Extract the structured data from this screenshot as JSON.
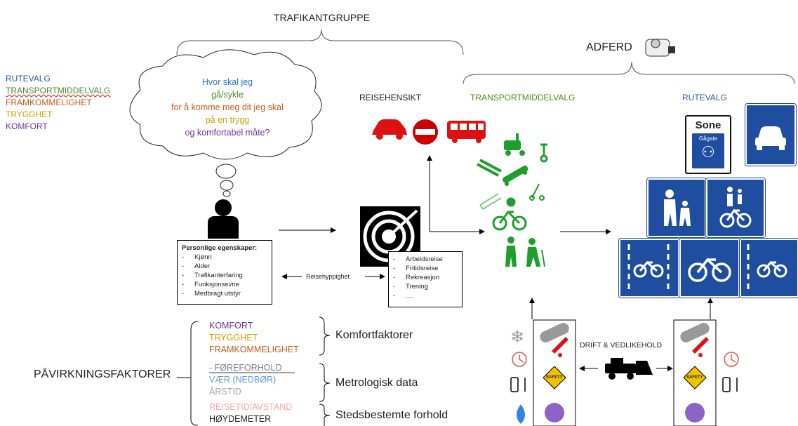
{
  "title_top": "TRAFIKANTGRUPPE",
  "adferd_label": "ADFERD",
  "left_list": [
    {
      "label": "RUTEVALG",
      "color": "#2f5b9e"
    },
    {
      "label": "TRANSPORTMIDDELVALG",
      "color": "#4c8a28"
    },
    {
      "label": "FRAMKOMMELIGHET",
      "color": "#c55a11"
    },
    {
      "label": "TRYGGHET",
      "color": "#c9a100"
    },
    {
      "label": "KOMFORT",
      "color": "#7030a0"
    }
  ],
  "thought": [
    {
      "text": "Hvor skal jeg",
      "color": "#2e75b6"
    },
    {
      "text": "gå/sykle",
      "color": "#4c8a28"
    },
    {
      "text": "for å komme meg dit jeg skal",
      "color": "#c55a11"
    },
    {
      "text": "på en trygg",
      "color": "#c9a100"
    },
    {
      "text": "og komfortabel måte?",
      "color": "#7030a0"
    }
  ],
  "section_reisehensikt": "REISEHENSIKT",
  "section_transport": "TRANSPORTMIDDELVALG",
  "section_rutevalg": "RUTEVALG",
  "personal": {
    "title": "Personlige egenskaper:",
    "items": [
      "Kjønn",
      "Alder",
      "Trafikanterfaring",
      "Funksjonsevne",
      "Medbragt utstyr"
    ]
  },
  "purpose_items": [
    "Arbeidsreise",
    "Fritidsreise",
    "Rekreasjon",
    "Trening",
    "...."
  ],
  "reisehyppighet": "Reisehyppighet",
  "factors_title": "PÅVIRKNINGSFAKTORER",
  "group1": {
    "items": [
      {
        "label": "KOMFORT",
        "color": "#7030a0"
      },
      {
        "label": "TRYGGHET",
        "color": "#c9a100"
      },
      {
        "label": "FRAMKOMMELIGHET",
        "color": "#c55a11"
      }
    ],
    "label": "Komfortfaktorer"
  },
  "group2": {
    "items": [
      {
        "label": "- FØREFORHOLD",
        "color": "#7f7f7f"
      },
      {
        "label": "VÆR (NEDBØR)",
        "color": "#5b9bd5"
      },
      {
        "label": "ÅRSTID",
        "color": "#a6a6a6"
      }
    ],
    "label": "Metrologisk data"
  },
  "group3": {
    "items": [
      {
        "label": "REISETID/AVSTAND",
        "color": "#f4a6a6"
      },
      {
        "label": "HØYDEMETER",
        "color": "#222222"
      }
    ],
    "label": "Stedsbestemte forhold"
  },
  "drift": "DRIFT & VEDLIKEHOLD",
  "sign_sone": "Sone",
  "sign_gagate": "Gågate",
  "safety": "SAFETY"
}
